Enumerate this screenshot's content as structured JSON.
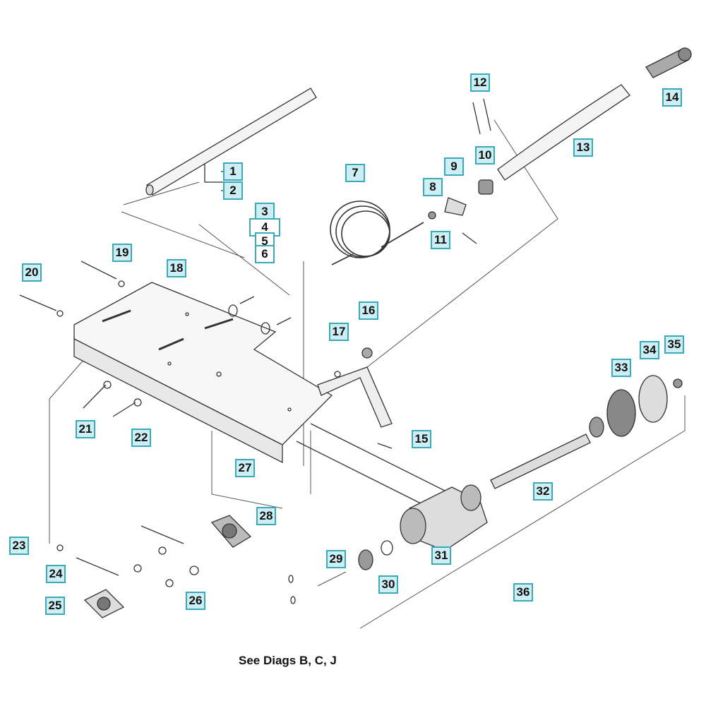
{
  "callouts": [
    "1",
    "2",
    "3",
    "4",
    "5",
    "6",
    "7",
    "8",
    "9",
    "10",
    "11",
    "12",
    "13",
    "14",
    "15",
    "16",
    "17",
    "18",
    "19",
    "20",
    "21",
    "22",
    "23",
    "24",
    "25",
    "26",
    "27",
    "28",
    "29",
    "30",
    "31",
    "32",
    "33",
    "34",
    "35",
    "36"
  ],
  "footer_note": "See Diags B, C, J",
  "colors": {
    "callout_border": "#3aa9b9",
    "callout_fill": "#cdeef3",
    "line": "#333333"
  }
}
